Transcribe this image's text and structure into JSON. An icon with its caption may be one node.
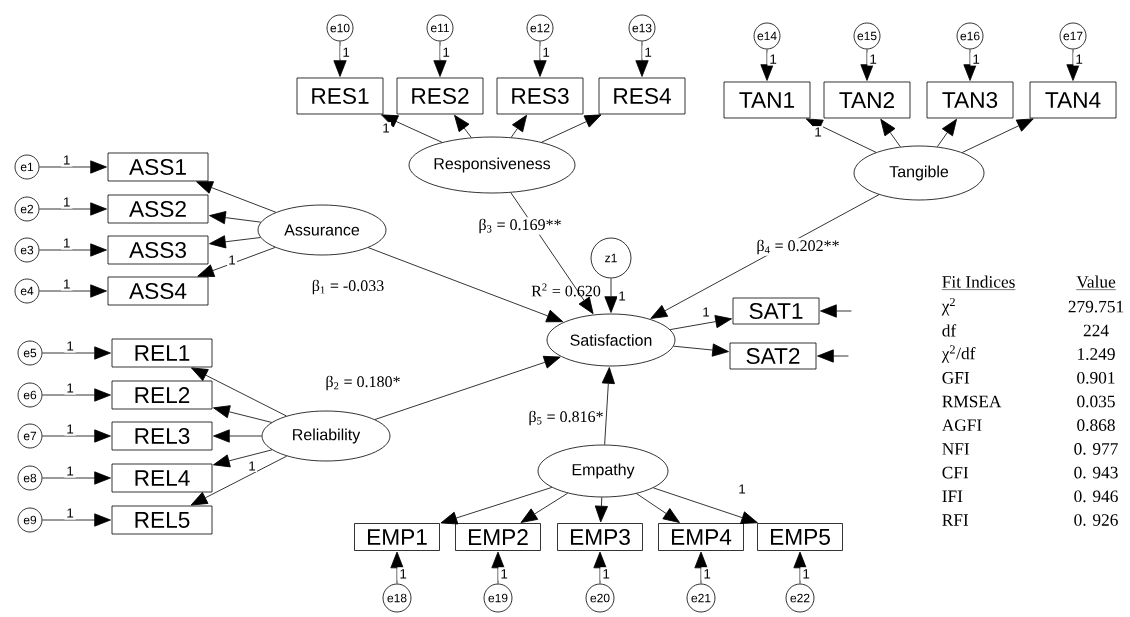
{
  "diagram": {
    "nodes": [
      {
        "text": [
          "ASS1"
        ]
      },
      {
        "text": [
          "ASS2"
        ]
      },
      {
        "text": [
          "ASS3"
        ]
      },
      {
        "text": [
          "ASS4"
        ]
      },
      {
        "text": [
          "Assurance"
        ]
      },
      {
        "text": [
          "REL1"
        ]
      },
      {
        "text": [
          "REL2"
        ]
      },
      {
        "text": [
          "REL3"
        ]
      },
      {
        "text": [
          "REL4"
        ]
      },
      {
        "text": [
          "REL5"
        ]
      },
      {
        "text": [
          "Reliability"
        ]
      },
      {
        "text": [
          "RES1"
        ]
      },
      {
        "text": [
          "RES2"
        ]
      },
      {
        "text": [
          "RES3"
        ]
      },
      {
        "text": [
          "RES4"
        ]
      },
      {
        "text": [
          "Responsiveness"
        ]
      },
      {
        "text": [
          "TAN1"
        ]
      },
      {
        "text": [
          "TAN2"
        ]
      },
      {
        "text": [
          "TAN3"
        ]
      },
      {
        "text": [
          "TAN4"
        ]
      },
      {
        "text": [
          "Tangible"
        ]
      },
      {
        "text": [
          "Satisfaction"
        ]
      },
      {
        "text": [
          "SAT1"
        ]
      },
      {
        "text": [
          "SAT2"
        ]
      },
      {
        "text": [
          "Empathy"
        ]
      },
      {
        "text": [
          "EMP1"
        ]
      },
      {
        "text": [
          "EMP2"
        ]
      },
      {
        "text": [
          "EMP3"
        ]
      },
      {
        "text": [
          "EMP4"
        ]
      },
      {
        "text": [
          "EMP5"
        ]
      },
      {
        "text": [
          "e1"
        ]
      },
      {
        "text": [
          "e2"
        ]
      },
      {
        "text": [
          "e3"
        ]
      },
      {
        "text": [
          "e4"
        ]
      },
      {
        "text": [
          "e5"
        ]
      },
      {
        "text": [
          "e6"
        ]
      },
      {
        "text": [
          "e7"
        ]
      },
      {
        "text": [
          "e8"
        ]
      },
      {
        "text": [
          "e9"
        ]
      },
      {
        "text": [
          "e10"
        ]
      },
      {
        "text": [
          "e11"
        ]
      },
      {
        "text": [
          "e12"
        ]
      },
      {
        "text": [
          "e13"
        ]
      },
      {
        "text": [
          "e14"
        ]
      },
      {
        "text": [
          "e15"
        ]
      },
      {
        "text": [
          "e16"
        ]
      },
      {
        "text": [
          "e17"
        ]
      },
      {
        "text": [
          "e18"
        ]
      },
      {
        "text": [
          "e19"
        ]
      },
      {
        "text": [
          "e20"
        ]
      },
      {
        "text": [
          "e21"
        ]
      },
      {
        "text": [
          "e22"
        ]
      },
      {
        "text": [
          "z1"
        ]
      }
    ],
    "edges": [
      {
        "from": 30,
        "to": 0,
        "arrow": "to",
        "label": "1"
      },
      {
        "from": 31,
        "to": 1,
        "arrow": "to",
        "label": "1"
      },
      {
        "from": 32,
        "to": 2,
        "arrow": "to",
        "label": "1"
      },
      {
        "from": 33,
        "to": 3,
        "arrow": "to",
        "label": "1"
      },
      {
        "from": 34,
        "to": 5,
        "arrow": "to",
        "label": "1"
      },
      {
        "from": 35,
        "to": 6,
        "arrow": "to",
        "label": "1"
      },
      {
        "from": 36,
        "to": 7,
        "arrow": "to",
        "label": "1"
      },
      {
        "from": 37,
        "to": 8,
        "arrow": "to",
        "label": "1"
      },
      {
        "from": 38,
        "to": 9,
        "arrow": "to",
        "label": "1"
      },
      {
        "from": 39,
        "to": 11,
        "arrow": "to",
        "label": "1"
      },
      {
        "from": 40,
        "to": 12,
        "arrow": "to",
        "label": "1"
      },
      {
        "from": 41,
        "to": 13,
        "arrow": "to",
        "label": "1"
      },
      {
        "from": 42,
        "to": 14,
        "arrow": "to",
        "label": "1"
      },
      {
        "from": 43,
        "to": 16,
        "arrow": "to",
        "label": "1"
      },
      {
        "from": 44,
        "to": 17,
        "arrow": "to",
        "label": "1"
      },
      {
        "from": 45,
        "to": 18,
        "arrow": "to",
        "label": "1"
      },
      {
        "from": 46,
        "to": 19,
        "arrow": "to",
        "label": "1"
      },
      {
        "from": 47,
        "to": 25,
        "arrow": "to",
        "label": "1"
      },
      {
        "from": 48,
        "to": 26,
        "arrow": "to",
        "label": "1"
      },
      {
        "from": 49,
        "to": 27,
        "arrow": "to",
        "label": "1"
      },
      {
        "from": 50,
        "to": 28,
        "arrow": "to",
        "label": "1"
      },
      {
        "from": 51,
        "to": 29,
        "arrow": "to",
        "label": "1"
      },
      {
        "from": 52,
        "to": 21,
        "arrow": "to",
        "label": "1"
      },
      {
        "from": 4,
        "to": 0,
        "arrow": "to"
      },
      {
        "from": 4,
        "to": 1,
        "arrow": "to"
      },
      {
        "from": 4,
        "to": 2,
        "arrow": "to",
        "label": "1"
      },
      {
        "from": 4,
        "to": 3,
        "arrow": "to"
      },
      {
        "from": 10,
        "to": 5,
        "arrow": "to"
      },
      {
        "from": 10,
        "to": 6,
        "arrow": "to"
      },
      {
        "from": 10,
        "to": 7,
        "arrow": "to"
      },
      {
        "from": 10,
        "to": 8,
        "arrow": "to",
        "label": "1"
      },
      {
        "from": 10,
        "to": 9,
        "arrow": "to"
      },
      {
        "from": 15,
        "to": 11,
        "arrow": "to",
        "label": "1"
      },
      {
        "from": 15,
        "to": 12,
        "arrow": "to"
      },
      {
        "from": 15,
        "to": 13,
        "arrow": "to"
      },
      {
        "from": 15,
        "to": 14,
        "arrow": "to"
      },
      {
        "from": 20,
        "to": 16,
        "arrow": "to",
        "label": "1"
      },
      {
        "from": 20,
        "to": 17,
        "arrow": "to"
      },
      {
        "from": 20,
        "to": 18,
        "arrow": "to"
      },
      {
        "from": 20,
        "to": 19,
        "arrow": "to"
      },
      {
        "from": 21,
        "to": 22,
        "arrow": "to",
        "label": "1"
      },
      {
        "from": 21,
        "to": 23,
        "arrow": "to"
      },
      {
        "from": 24,
        "to": 25,
        "arrow": "to"
      },
      {
        "from": 24,
        "to": 26,
        "arrow": "to"
      },
      {
        "from": 24,
        "to": 27,
        "arrow": "to"
      },
      {
        "from": 24,
        "to": 28,
        "arrow": "to"
      },
      {
        "from": 24,
        "to": 29,
        "arrow": "to",
        "label": "1"
      },
      {
        "from": 4,
        "to": 21,
        "arrow": "to",
        "label": "β$_{1}$ = -0.033"
      },
      {
        "from": 10,
        "to": 21,
        "arrow": "to",
        "label": "β$_{2}$ = 0.180*"
      },
      {
        "from": 15,
        "to": 21,
        "arrow": "to",
        "label": "β$_{3}$ = 0.169**"
      },
      {
        "from": 20,
        "to": 21,
        "arrow": "to",
        "label": "β$_{4}$ = 0.202**"
      },
      {
        "from": 24,
        "to": 21,
        "arrow": "to",
        "label": "β$_{5}$ = 0.816*"
      },
      {
        "from": null,
        "to": 22,
        "arrow": "to"
      },
      {
        "from": null,
        "to": 23,
        "arrow": "to"
      }
    ],
    "labels": [
      "R$^{2}$ = 0.620",
      "Fit Indices",
      "Value",
      "χ$^{2}$",
      "279.751",
      "df",
      "224",
      "χ$^{2}$/df",
      "1.249",
      "GFI",
      "0.901",
      "RMSEA",
      "0.035",
      "AGFI",
      "0.868",
      "NFI",
      "0. 977",
      "CFI",
      "0. 943",
      "IFI",
      "0. 946",
      "RFI",
      "0. 926"
    ]
  }
}
